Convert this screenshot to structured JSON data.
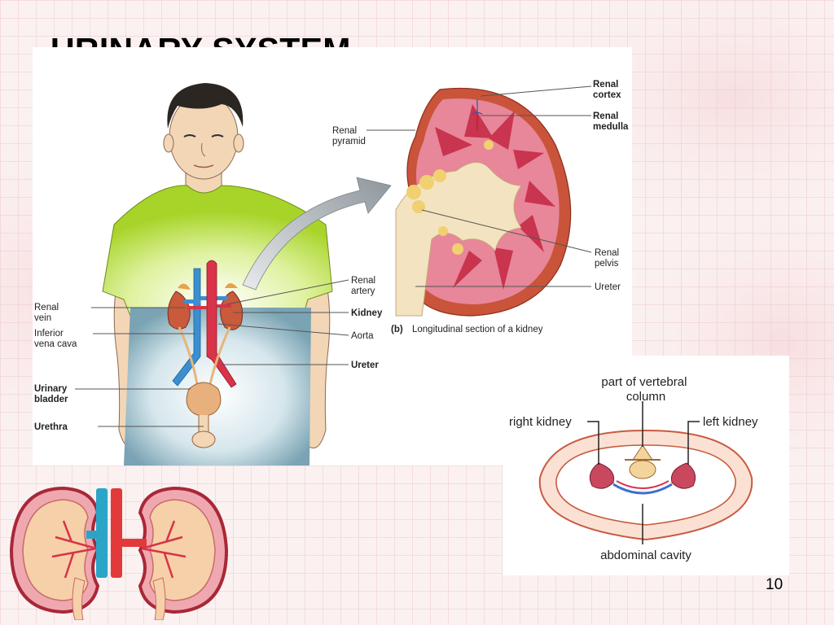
{
  "slide": {
    "title": "URINARY SYSTEM",
    "page_number": "10"
  },
  "body_diagram": {
    "labels": {
      "renal_vein_1": "Renal",
      "renal_vein_2": "vein",
      "ivc_1": "Inferior",
      "ivc_2": "vena cava",
      "bladder_1": "Urinary",
      "bladder_2": "bladder",
      "urethra": "Urethra",
      "renal_artery_1": "Renal",
      "renal_artery_2": "artery",
      "kidney": "Kidney",
      "aorta": "Aorta",
      "ureter": "Ureter"
    }
  },
  "kidney_section": {
    "caption_letter": "(b)",
    "caption": "Longitudinal section of a kidney",
    "labels": {
      "renal_pyramid_1": "Renal",
      "renal_pyramid_2": "pyramid",
      "renal_cortex_1": "Renal",
      "renal_cortex_2": "cortex",
      "renal_medulla_1": "Renal",
      "renal_medulla_2": "medulla",
      "renal_pelvis_1": "Renal",
      "renal_pelvis_2": "pelvis",
      "ureter": "Ureter"
    },
    "colors": {
      "cortex_label": "#1f5fa8",
      "medulla_label": "#c8143c"
    }
  },
  "cross_section": {
    "labels": {
      "vertebral_1": "part of vertebral",
      "vertebral_2": "column",
      "right_kidney": "right kidney",
      "left_kidney": "left kidney",
      "abdominal_cavity": "abdominal cavity"
    }
  }
}
